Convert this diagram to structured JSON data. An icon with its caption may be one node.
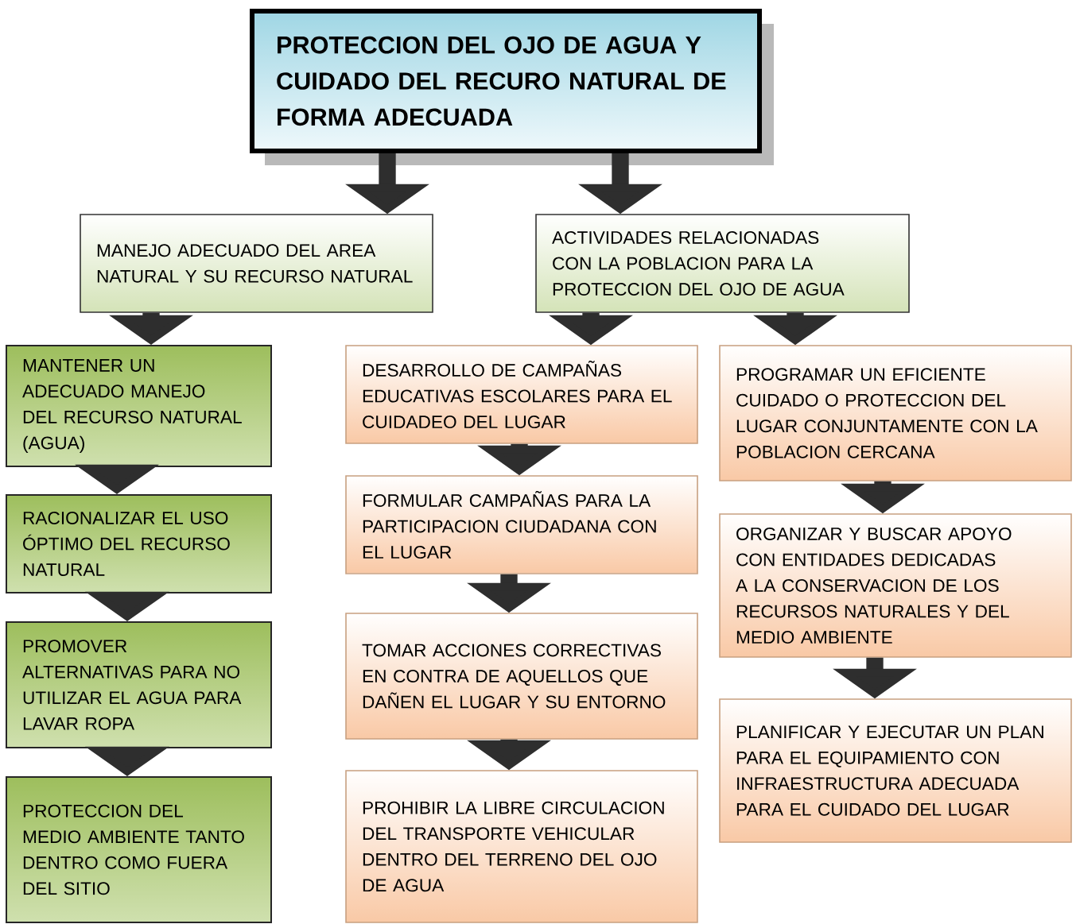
{
  "diagram": {
    "nodes": [
      {
        "text": [
          "PROTECCION DEL OJO DE AGUA Y CUIDADO DEL RECURO NATURAL DE FORMA ADECUADA"
        ]
      },
      {
        "text": [
          "MANEJO ADECUADO DEL AREA NATURAL Y SU RECURSO NATURAL"
        ]
      },
      {
        "text": [
          "ACTIVIDADES RELACIONADAS CON LA POBLACION PARA LA PROTECCION DEL OJO DE AGUA"
        ]
      },
      {
        "text": [
          "MANTENER UN ADECUADO MANEJO DEL RECURSO NATURAL (AGUA)"
        ]
      },
      {
        "text": [
          "RACIONALIZAR EL USO ÓPTIMO DEL RECURSO NATURAL"
        ]
      },
      {
        "text": [
          "PROMOVER ALTERNATIVAS PARA NO UTILIZAR EL AGUA PARA LAVAR ROPA"
        ]
      },
      {
        "text": [
          "PROTECCION DEL MEDIO AMBIENTE TANTO DENTRO COMO FUERA DEL SITIO"
        ]
      },
      {
        "text": [
          "DESARROLLO DE CAMPAÑAS EDUCATIVAS ESCOLARES PARA EL CUIDADEO DEL LUGAR"
        ]
      },
      {
        "text": [
          "FORMULAR CAMPAÑAS PARA LA PARTICIPACION CIUDADANA CON EL LUGAR"
        ]
      },
      {
        "text": [
          "TOMAR ACCIONES CORRECTIVAS EN CONTRA DE AQUELLOS QUE DAÑEN EL LUGAR Y SU ENTORNO"
        ]
      },
      {
        "text": [
          "PROHIBIR LA LIBRE CIRCULACION DEL TRANSPORTE VEHICULAR DENTRO DEL TERRENO DEL OJO DE AGUA"
        ]
      },
      {
        "text": [
          "PROGRAMAR UN EFICIENTE CUIDADO O PROTECCION DEL LUGAR CONJUNTAMENTE CON LA POBLACION CERCANA"
        ]
      },
      {
        "text": [
          "ORGANIZAR Y BUSCAR APOYO CON ENTIDADES DEDICADAS A LA CONSERVACION DE LOS RECURSOS NATURALES Y DEL MEDIO AMBIENTE"
        ]
      },
      {
        "text": [
          "PLANIFICAR Y EJECUTAR UN PLAN PARA EL EQUIPAMIENTO CON INFRAESTRUCTURA ADECUADA PARA EL CUIDADO DEL LUGAR"
        ]
      }
    ],
    "edges": [
      {
        "from": 0,
        "to": 1,
        "arrow": "to"
      },
      {
        "from": 0,
        "to": 2,
        "arrow": "to"
      },
      {
        "from": 1,
        "to": 3,
        "arrow": "to"
      },
      {
        "from": 3,
        "to": 4,
        "arrow": "to"
      },
      {
        "from": 4,
        "to": 5,
        "arrow": "to"
      },
      {
        "from": 5,
        "to": 6,
        "arrow": "to"
      },
      {
        "from": 2,
        "to": 7,
        "arrow": "to"
      },
      {
        "from": 2,
        "to": 11,
        "arrow": "to"
      },
      {
        "from": 7,
        "to": 8,
        "arrow": "to"
      },
      {
        "from": 8,
        "to": 9,
        "arrow": "to"
      },
      {
        "from": 9,
        "to": 10,
        "arrow": "to"
      },
      {
        "from": 11,
        "to": 12,
        "arrow": "to"
      },
      {
        "from": 12,
        "to": 13,
        "arrow": "to"
      }
    ]
  }
}
